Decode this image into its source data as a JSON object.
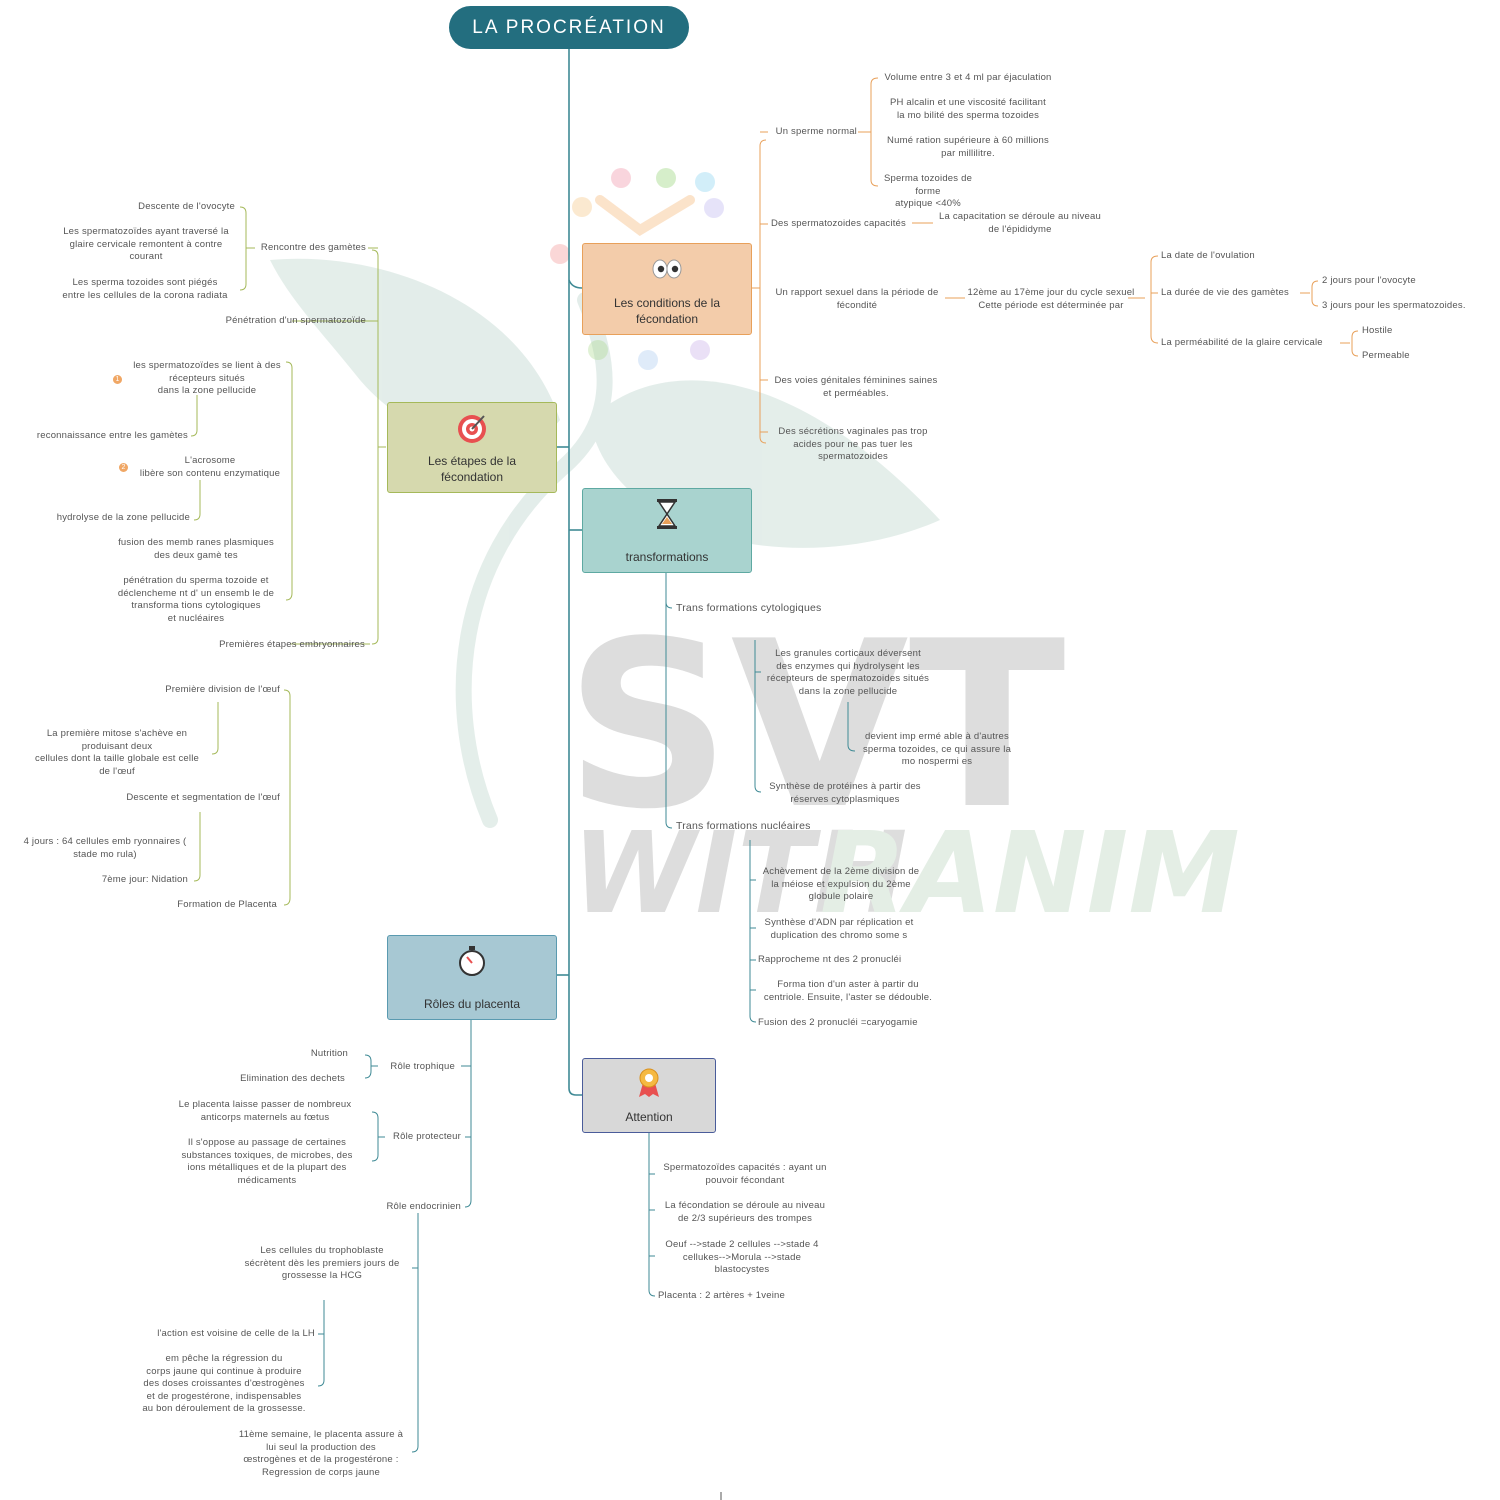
{
  "title": "LA PROCRÉATION",
  "watermark": {
    "line1": "SVT",
    "line2a": "WITH",
    "line2b": "RANIM"
  },
  "colors": {
    "trunk": "#3f8a95",
    "orange": "#e8a05a",
    "green": "#a5b95a",
    "teal": "#3f8a95",
    "title_bg": "#236e7f"
  },
  "nodes": {
    "conditions": {
      "label": "Les conditions de la\nfécondation",
      "icon": "eyes-icon"
    },
    "etapes": {
      "label": "Les étapes de la\nfécondation",
      "icon": "target-icon"
    },
    "transformations": {
      "label": "transformations",
      "icon": "hourglass-icon"
    },
    "roles": {
      "label": "Rôles du placenta",
      "icon": "stopwatch-icon"
    },
    "attention": {
      "label": "Attention",
      "icon": "award-medal-icon"
    }
  },
  "conditions": {
    "sperme": "Un sperme normal",
    "sperme_items": [
      "Volume entre 3 et 4 ml par éjaculation",
      "PH alcalin et une viscosité facilitant\nla mo bilité des sperma tozoides",
      "Numé ration supérieure à 60 millions\npar millilitre.",
      "Sperma tozoides de forme\natypique <40%"
    ],
    "capacites": "Des spermatozoides capacités",
    "capacitation": "La capacitation se déroule au niveau\nde l'épididyme",
    "rapport": "Un rapport sexuel dans la période de\nfécondité",
    "periode": "12ème au 17ème jour du cycle sexuel\nCette période est déterminée par",
    "date_ovulation": "La date de l'ovulation",
    "duree": "La durée de vie des gamètes",
    "duree_items": [
      "2 jours pour l'ovocyte",
      "3 jours pour les spermatozoides."
    ],
    "permeabilite": "La perméabilité de la glaire cervicale",
    "perm_items": [
      "Hostile",
      "Permeable"
    ],
    "voies": "Des voies génitales féminines saines\net perméables.",
    "secretions": "Des sécrétions vaginales pas trop\nacides pour ne pas tuer les\nspermatozoides"
  },
  "etapes": {
    "rencontre": "Rencontre des gamètes",
    "rencontre_items": [
      "Descente de l'ovocyte",
      "Les spermatozoïdes ayant traversé la\nglaire cervicale remontent à contre\ncourant",
      "Les sperma tozoides sont piégés\nentre les cellules de la corona radiata"
    ],
    "penetration": "Pénétration d'un spermatozoïde",
    "pen_items": [
      "les spermatozoïdes se lient à des\nrécepteurs situés\ndans la zone pellucide",
      "reconnaissance entre les gamètes",
      "L'acrosome\nlibère son contenu enzymatique",
      "hydrolyse de la zone pellucide",
      "fusion des memb ranes plasmiques\ndes deux gamè tes",
      "pénétration du sperma tozoide et\ndéclencheme nt d' un ensemb le de\ntransforma tions cytologiques\net nucléaires"
    ],
    "badges": [
      "1",
      "2"
    ],
    "premieres": "Premières étapes embryonnaires",
    "prem_items": [
      "Première division de l'œuf",
      "La première mitose s'achève en\nproduisant deux\ncellules dont la taille globale est celle\nde l'œuf",
      "Descente et segmentation de l'œuf",
      "4 jours : 64 cellules emb ryonnaires (\nstade mo rula)",
      "7ème  jour: Nidation",
      "Formation de Placenta"
    ]
  },
  "transformations": {
    "cyto": "Trans formations cytologiques",
    "cyto_items": [
      "Les granules corticaux déversent\ndes enzymes qui hydrolysent les\nrécepteurs de spermatozoides situés\ndans la zone pellucide",
      "devient imp ermé able à d'autres\nsperma tozoides, ce qui assure la\nmo nospermi es",
      "Synthèse de protéines à partir des\nréserves cytoplasmiques"
    ],
    "nucl": "Trans formations nucléaires",
    "nucl_items": [
      "Achèvement de la 2ème division de\nla méiose et expulsion du 2ème\nglobule polaire",
      "Synthèse d'ADN par réplication et\nduplication des chromo some s",
      "Rapprocheme nt des 2 pronucléi",
      "Forma tion d'un aster à partir du\ncentriole. Ensuite, l'aster se dédouble.",
      "Fusion des 2 pronucléi =caryogamie"
    ]
  },
  "roles": {
    "trophique": "Rôle trophique",
    "troph_items": [
      "Nutrition",
      "Elimination des dechets"
    ],
    "protecteur": "Rôle protecteur",
    "prot_items": [
      "Le placenta laisse passer de nombreux\nanticorps maternels au fœtus",
      "Il s'oppose au passage de certaines\nsubstances toxiques, de microbes, des\nions métalliques et de la plupart des\nmédicaments"
    ],
    "endocrinien": "Rôle endocrinien",
    "endo_items": [
      "Les cellules du trophoblaste\nsécrètent dès les premiers jours de\ngrossesse la HCG",
      "l'action est voisine de celle de la LH",
      "em pêche la régression du\ncorps jaune qui continue à produire\ndes doses croissantes d'œstrogènes\net de progestérone, indispensables\nau bon déroulement de la grossesse.",
      "11ème semaine, le placenta assure à\nlui seul la production des\nœstrogènes et de la progestérone :\nRegression de corps jaune"
    ]
  },
  "attention": {
    "items": [
      "Spermatozoïdes capacités : ayant un\npouvoir fécondant",
      "La fécondation se déroule au niveau\nde 2/3 supérieurs des trompes",
      "Oeuf -->stade 2 cellules -->stade 4\ncellukes-->Morula -->stade\nblastocystes",
      "Placenta : 2 artères + 1veine"
    ]
  }
}
